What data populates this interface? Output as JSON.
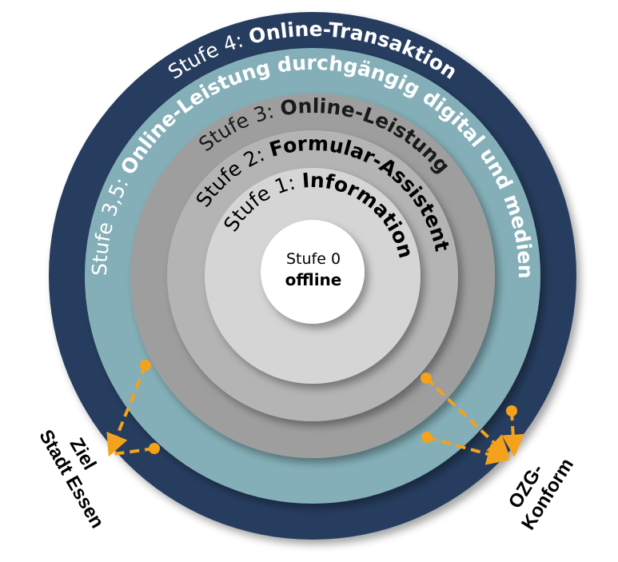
{
  "colors": {
    "ring4": "#253d5f",
    "ring35": "#84afb8",
    "ring3": "#9e9e9e",
    "ring2": "#b4b4b4",
    "ring1": "#d5d5d5",
    "ring0": "#ffffff",
    "textOnDark": "#ffffff",
    "textOnLight": "#000000",
    "textRing3": "#1a1a1a",
    "connector": "#f4a21c"
  },
  "rings": {
    "stufe4": {
      "prefix": "Stufe 4: ",
      "title": "Online-Transaktion"
    },
    "stufe35": {
      "prefix": "Stufe 3,5: ",
      "title": "Online-Leistung durchgängig digital und medienbruchfrei"
    },
    "stufe3": {
      "prefix": "Stufe 3: ",
      "title": "Online-Leistung"
    },
    "stufe2": {
      "prefix": "Stufe 2: ",
      "title": "Formular-Assistent"
    },
    "stufe1": {
      "prefix": "Stufe 1: ",
      "title": "Information"
    },
    "stufe0": {
      "prefix": "Stufe 0",
      "title": "offline"
    }
  },
  "labels": {
    "ziel_line1": "Ziel",
    "ziel_line2": "Stadt Essen",
    "ozg_line1": "OZG-",
    "ozg_line2": "Konform"
  }
}
